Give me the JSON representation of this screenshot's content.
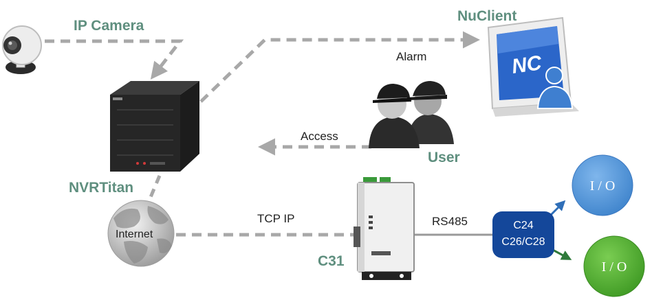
{
  "labels": {
    "ip_camera": "IP Camera",
    "nuclient": "NuClient",
    "alarm": "Alarm",
    "access": "Access",
    "user": "User",
    "nvrtitan": "NVRTitan",
    "internet": "Internet",
    "tcp_ip": "TCP IP",
    "rs485": "RS485",
    "c31": "C31",
    "controller_line1": "C24",
    "controller_line2": "C26/C28",
    "io_top": "I / O",
    "io_bottom": "I / O",
    "monitor_logo": "NC"
  },
  "colors": {
    "label_green": "#5f8f7f",
    "dashed_line": "#a8a8a8",
    "io_top": "#4f91d4",
    "io_bottom": "#4ea82e",
    "controller": "#14479a"
  },
  "icons": {
    "camera": "webcam-icon",
    "nvr": "nvr-server-icon",
    "internet": "globe-icon",
    "client": "monitor-icon",
    "user": "users-icon",
    "c31": "serial-device-icon"
  }
}
